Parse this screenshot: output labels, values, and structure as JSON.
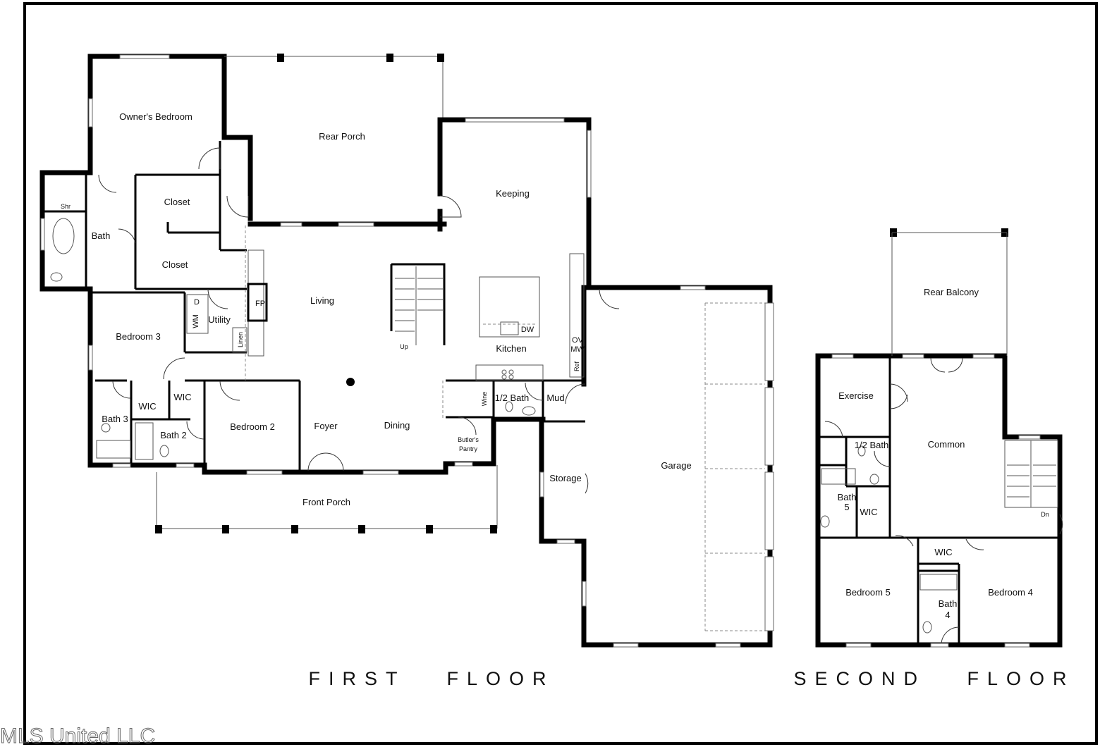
{
  "floors": {
    "first_floor_title": "FIRST   FLOOR",
    "second_floor_title": "SECOND   FLOOR"
  },
  "watermark": "MLS United LLC",
  "first_floor_rooms": {
    "owners_bedroom": "Owner's Bedroom",
    "rear_porch": "Rear Porch",
    "keeping": "Keeping",
    "shower": "Shr",
    "closet_upper": "Closet",
    "bath": "Bath",
    "closet_lower": "Closet",
    "living": "Living",
    "fireplace": "FP",
    "utility": "Utility",
    "washer": "WM",
    "dryer": "D",
    "linen": "Linen",
    "stairs_up": "Up",
    "bedroom_3": "Bedroom 3",
    "dishwasher": "DW",
    "kitchen": "Kitchen",
    "oven": "OV",
    "microwave": "MW",
    "refrigerator": "Ref",
    "wic_1": "WIC",
    "wic_2": "WIC",
    "bath_3": "Bath 3",
    "bath_2": "Bath 2",
    "bedroom_2": "Bedroom 2",
    "foyer": "Foyer",
    "dining": "Dining",
    "wine": "Wine",
    "half_bath": "1/2 Bath",
    "mud": "Mud",
    "butlers_pantry_line1": "Butler's",
    "butlers_pantry_line2": "Pantry",
    "garage": "Garage",
    "storage": "Storage",
    "front_porch": "Front Porch"
  },
  "second_floor_rooms": {
    "rear_balcony": "Rear Balcony",
    "exercise": "Exercise",
    "common": "Common",
    "half_bath": "1/2 Bath",
    "bath_5_line1": "Bath",
    "bath_5_line2": "5",
    "wic_bath5": "WIC",
    "stairs_down": "Dn",
    "wic_bed4": "WIC",
    "bedroom_5": "Bedroom 5",
    "bath_4_line1": "Bath",
    "bath_4_line2": "4",
    "bedroom_4": "Bedroom 4"
  }
}
